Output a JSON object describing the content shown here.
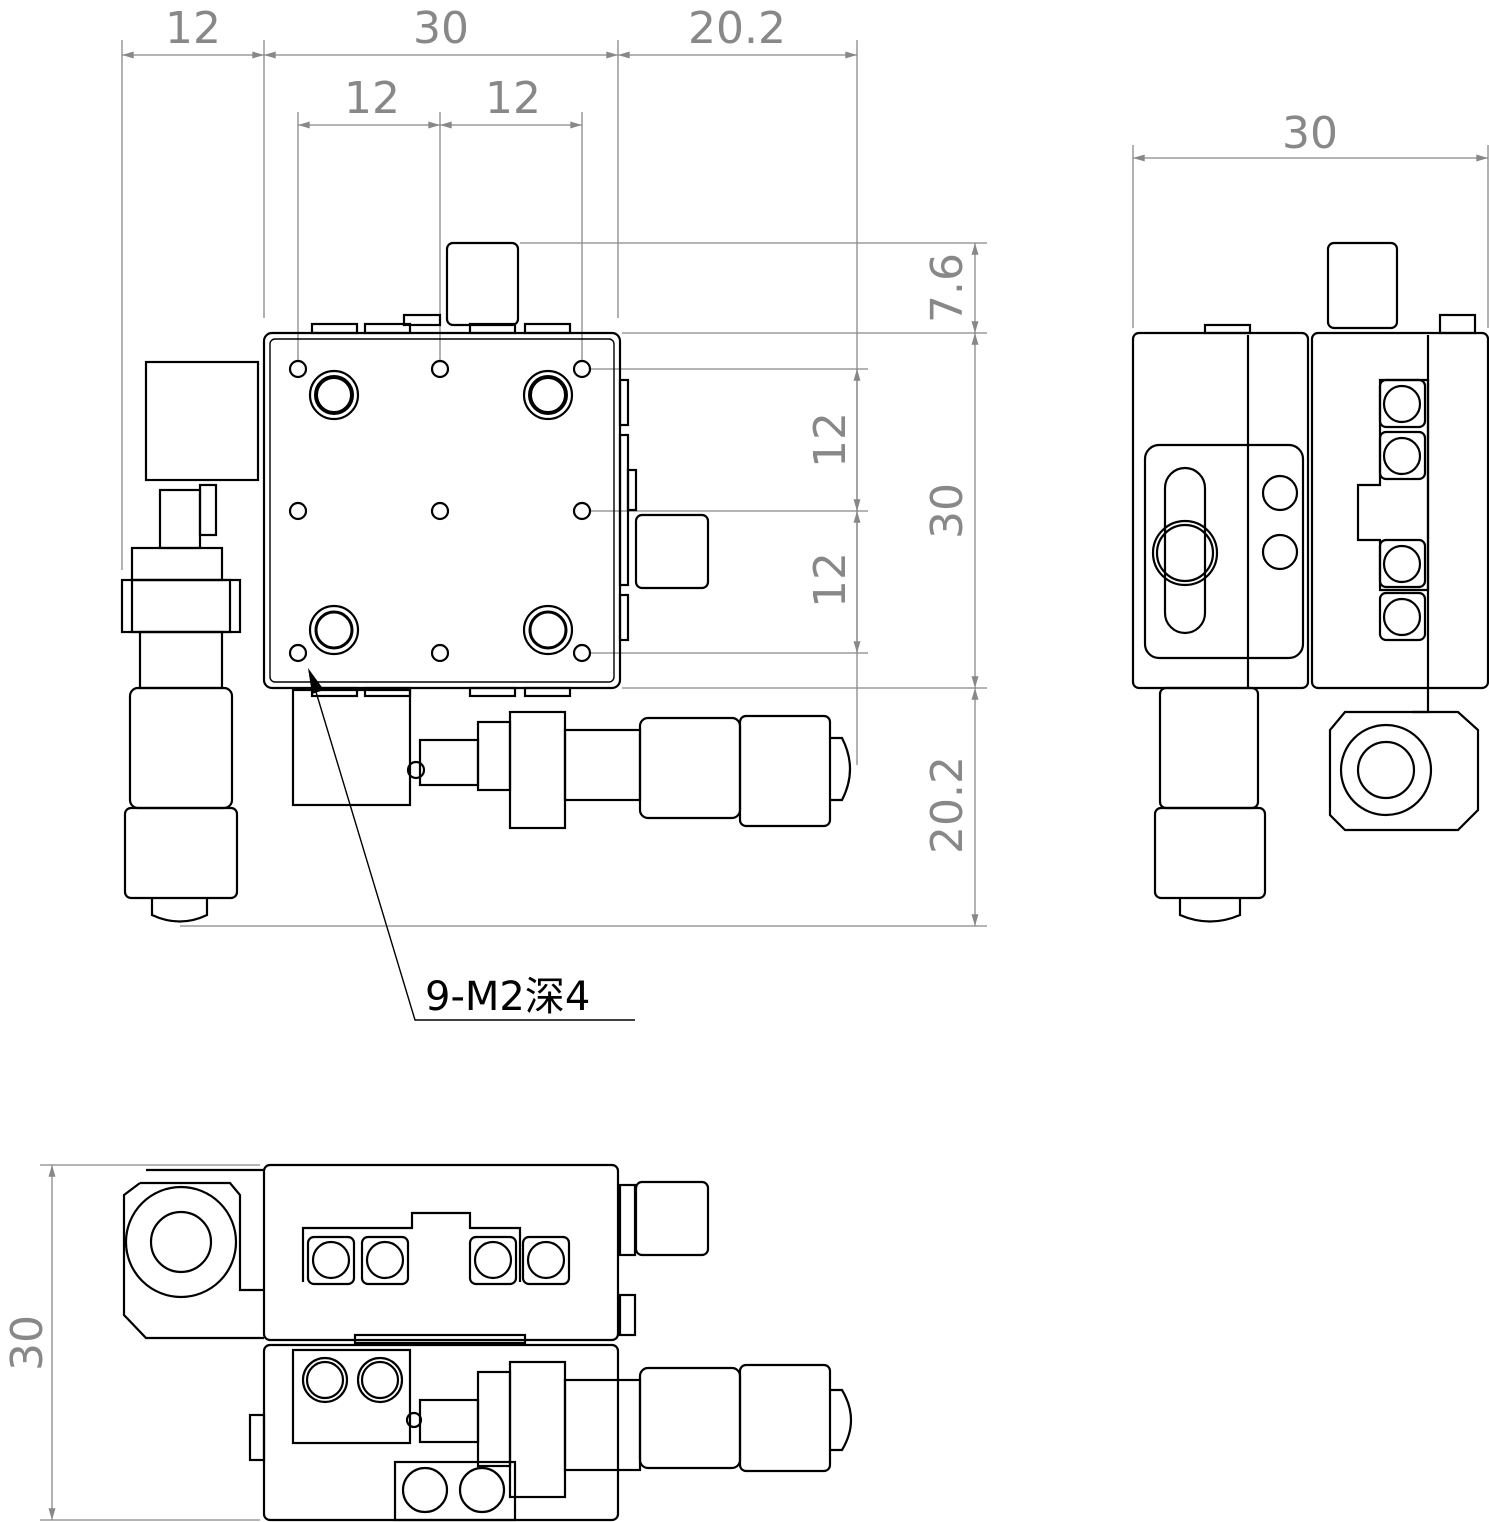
{
  "top_view": {
    "dims": {
      "left_overhang": "12",
      "width": "30",
      "right_overhang": "20.2",
      "hole_pitch_x1": "12",
      "hole_pitch_x2": "12",
      "knob_height": "7.6",
      "hole_pitch_y1": "12",
      "hole_pitch_y2": "12",
      "depth": "30",
      "bottom_overhang": "20.2"
    },
    "note": "9-M2深4"
  },
  "side_view": {
    "dims": {
      "width": "30"
    }
  },
  "bottom_view": {
    "dims": {
      "height": "30"
    }
  }
}
